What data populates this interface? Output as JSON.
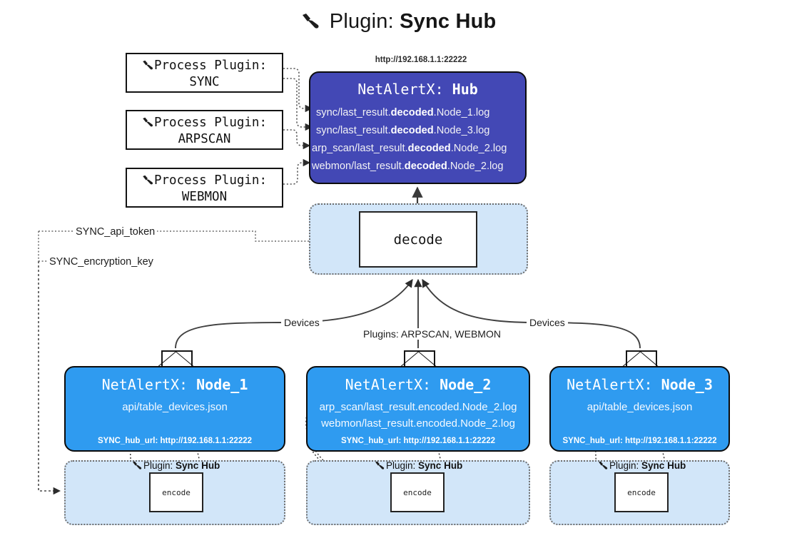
{
  "title": {
    "icon": "plug-icon",
    "prefix": "Plugin:",
    "name": "Sync Hub"
  },
  "process_plugins": [
    {
      "icon": "plug-icon",
      "line1": "Process Plugin:",
      "line2": "SYNC"
    },
    {
      "icon": "plug-icon",
      "line1": "Process Plugin:",
      "line2": "ARPSCAN"
    },
    {
      "icon": "plug-icon",
      "line1": "Process Plugin:",
      "line2": "WEBMON"
    }
  ],
  "hub": {
    "url": "http://192.168.1.1:22222",
    "title_prefix": "NetAlertX:",
    "title_name": "Hub",
    "logs": [
      {
        "pre": "sync/last_result.",
        "mid": "decoded",
        "post": ".Node_1.log"
      },
      {
        "pre": "sync/last_result.",
        "mid": "decoded",
        "post": ".Node_3.log"
      },
      {
        "pre": "arp_scan/last_result.",
        "mid": "decoded",
        "post": ".Node_2.log"
      },
      {
        "pre": "webmon/last_result.",
        "mid": "decoded",
        "post": ".Node_2.log"
      }
    ],
    "fill_color": "#4348b5"
  },
  "decode": {
    "label": "decode",
    "group_color": "#d2e6f9"
  },
  "keys": {
    "api_token": "SYNC_api_token",
    "encryption_key": "SYNC_encryption_key"
  },
  "edge_labels": {
    "devices_left": "Devices",
    "devices_right": "Devices",
    "plugins_center": "Plugins: ARPSCAN, WEBMON"
  },
  "nodes": [
    {
      "title_prefix": "NetAlertX:",
      "title_name": "Node_1",
      "lines": [
        "api/table_devices.json"
      ],
      "footer": "SYNC_hub_url: http://192.168.1.1:22222",
      "fill_color": "#2f9bf0",
      "envelope_icon": "envelope-icon",
      "encode": {
        "icon": "plug-icon",
        "label_prefix": "Plugin:",
        "label_name": "Sync Hub",
        "box_label": "encode"
      }
    },
    {
      "title_prefix": "NetAlertX:",
      "title_name": "Node_2",
      "lines": [
        "arp_scan/last_result.encoded.Node_2.log",
        "webmon/last_result.encoded.Node_2.log"
      ],
      "footer": "SYNC_hub_url: http://192.168.1.1:22222",
      "fill_color": "#2f9bf0",
      "envelope_icon": "envelope-icon",
      "encode": {
        "icon": "plug-icon",
        "label_prefix": "Plugin:",
        "label_name": "Sync Hub",
        "box_label": "encode"
      }
    },
    {
      "title_prefix": "NetAlertX:",
      "title_name": "Node_3",
      "lines": [
        "api/table_devices.json"
      ],
      "footer": "SYNC_hub_url: http://192.168.1.1:22222",
      "fill_color": "#2f9bf0",
      "envelope_icon": "envelope-icon",
      "encode": {
        "icon": "plug-icon",
        "label_prefix": "Plugin:",
        "label_name": "Sync Hub",
        "box_label": "encode"
      }
    }
  ]
}
